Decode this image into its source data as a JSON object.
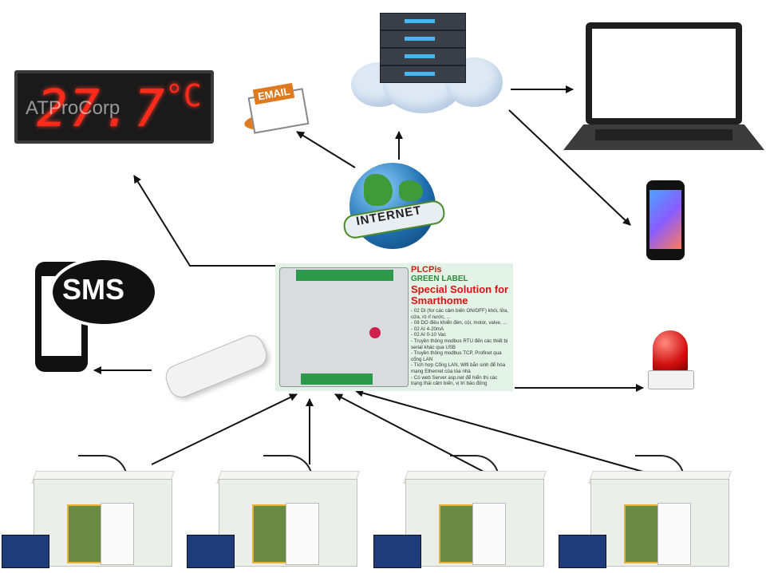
{
  "diagram": {
    "led_display": {
      "digits": "27.7",
      "unit": "°C",
      "watermark": "ATProCorp"
    },
    "email": {
      "label": "EMAIL"
    },
    "internet": {
      "label": "INTERNET"
    },
    "sms": {
      "label": "SMS"
    },
    "plc_panel": {
      "brand": "PLCPis",
      "sublabel": "GREEN LABEL",
      "title": "Special Solution for Smarthome",
      "features": [
        "- 02 DI (for các cảm biến ON/OFF) khói, lửa, cửa, rò rỉ nước, ...",
        "- 08 DO điều khiển đèn, còi, motor, valve, ...",
        "- 02 AI 4-20mA",
        "- 02 AI 0-10 Vac",
        "- Truyền thông modbus RTU đến các thiết bị serial khác qua USB",
        "- Truyền thông modbus TCP, Profinet qua cổng LAN",
        "- Tích hợp Cổng LAN, Wifi bắn sinh để hòa mạng Ethernet của tòa nhà",
        "- Có web Server asp.net để hiển thị các trạng thái cảm biến, vị trí báo động"
      ]
    },
    "colors": {
      "led_red": "#ff2a1a",
      "plc_title_red": "#d11",
      "plc_green": "#2c9a4a",
      "email_orange": "#e07a1f"
    }
  }
}
